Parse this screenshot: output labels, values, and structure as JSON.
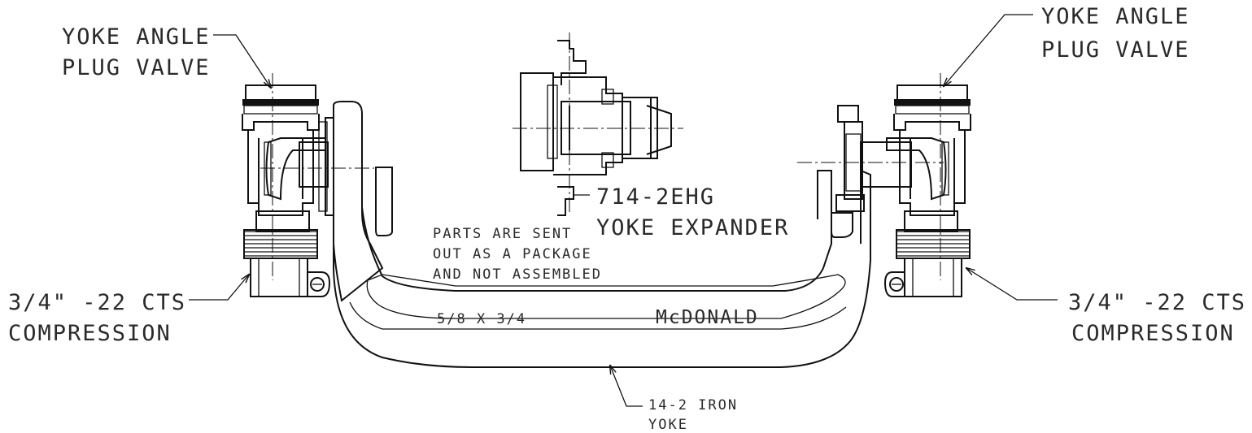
{
  "labels": {
    "left_valve_line1": "YOKE ANGLE",
    "left_valve_line2": "PLUG VALVE",
    "right_valve_line1": "YOKE ANGLE",
    "right_valve_line2": "PLUG VALVE",
    "expander_line1": "714-2EHG",
    "expander_line2": "YOKE EXPANDER",
    "note_line1": "PARTS ARE SENT",
    "note_line2": "OUT AS A PACKAGE",
    "note_line3": "AND NOT ASSEMBLED",
    "left_comp_line1": "3/4\" -22 CTS",
    "left_comp_line2": "COMPRESSION",
    "right_comp_line1": "3/4\" -22 CTS",
    "right_comp_line2": "COMPRESSION",
    "yoke_size": "5/8 X 3/4",
    "brand": "McDONALD",
    "iron_yoke_line1": "14-2 IRON",
    "iron_yoke_line2": "YOKE"
  }
}
